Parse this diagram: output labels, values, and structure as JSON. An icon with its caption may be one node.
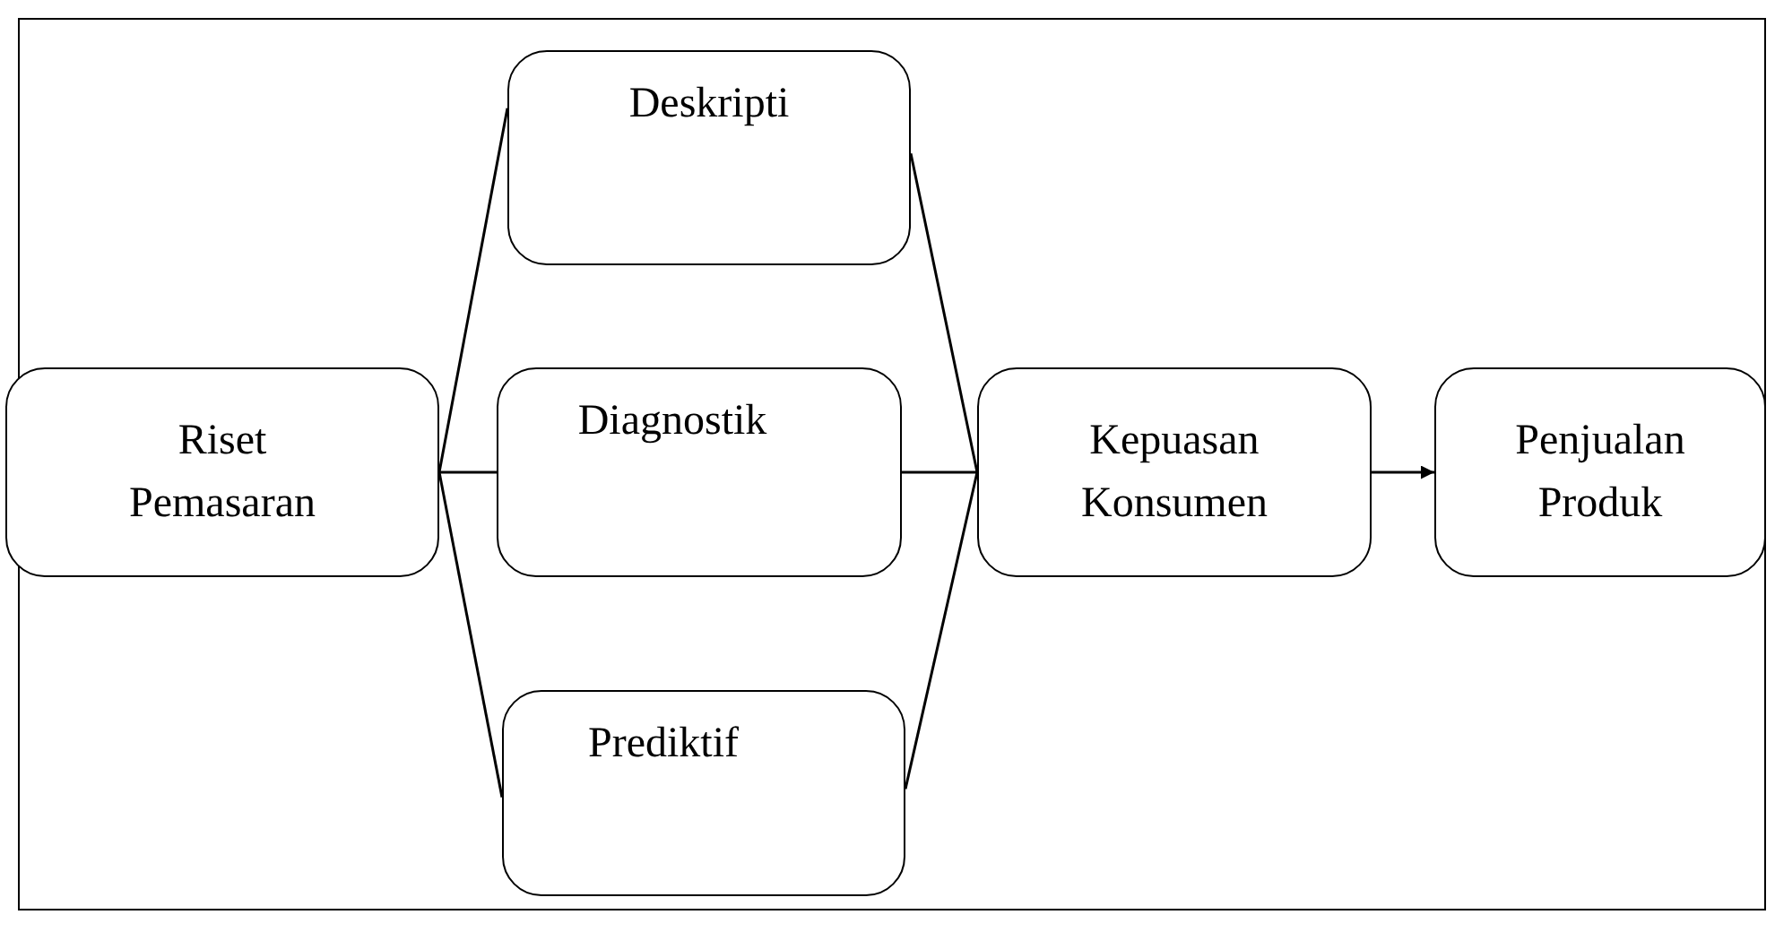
{
  "diagram": {
    "nodes": [
      {
        "text": [
          "Riset Pemasaran"
        ]
      },
      {
        "text": [
          "Deskripti"
        ]
      },
      {
        "text": [
          "Diagnostik"
        ]
      },
      {
        "text": [
          "Prediktif"
        ]
      },
      {
        "text": [
          "Kepuasan Konsumen"
        ]
      },
      {
        "text": [
          "Penjualan Produk"
        ]
      }
    ],
    "edges": [
      {
        "from": 0,
        "to": 1,
        "arrow": "none"
      },
      {
        "from": 0,
        "to": 2,
        "arrow": "none"
      },
      {
        "from": 0,
        "to": 3,
        "arrow": "none"
      },
      {
        "from": 1,
        "to": 4,
        "arrow": "none"
      },
      {
        "from": 2,
        "to": 4,
        "arrow": "none"
      },
      {
        "from": 3,
        "to": 4,
        "arrow": "none"
      },
      {
        "from": 4,
        "to": 5,
        "arrow": "to"
      }
    ]
  }
}
